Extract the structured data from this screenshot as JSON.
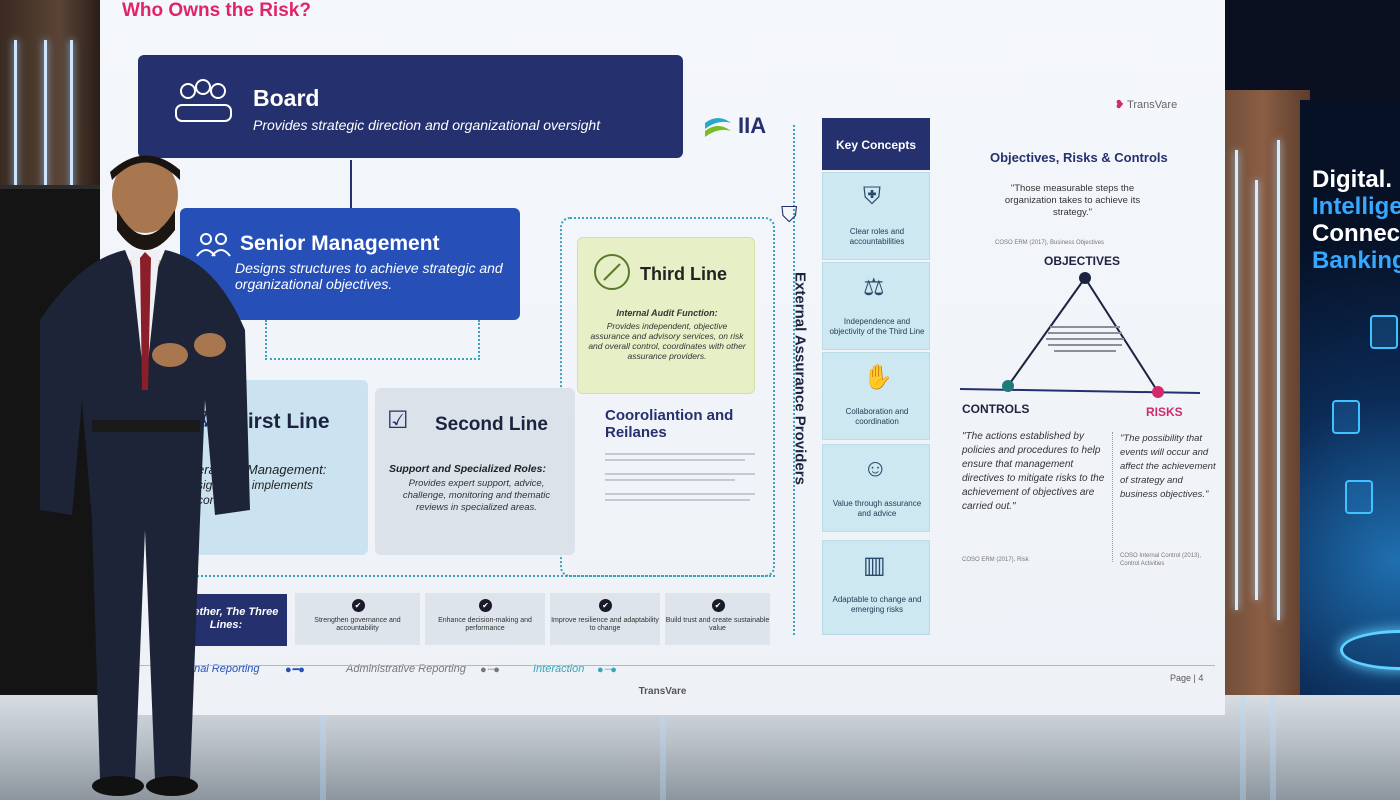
{
  "slide": {
    "title": "Who Owns the Risk?",
    "board": {
      "title": "Board",
      "desc": "Provides strategic direction and organizational oversight"
    },
    "senior_management": {
      "title": "Senior Management",
      "desc": "Designs structures to achieve strategic and organizational objectives."
    },
    "third_line": {
      "title": "Third Line",
      "heading": "Internal Audit Function:",
      "desc": "Provides independent, objective assurance and advisory services, on risk and overall control, coordinates with other assurance providers."
    },
    "first_line": {
      "title": "First Line",
      "heading": "erations Management:",
      "desc": "signs and implements controls."
    },
    "second_line": {
      "title": "Second Line",
      "heading": "Support and Specialized Roles:",
      "desc": "Provides expert support, advice, challenge, monitoring and thematic reviews in specialized areas."
    },
    "coordination": {
      "title": "Cooroliantion and Reilanes"
    },
    "iia_label": "IIA",
    "external_assurance": "External Assurance Providers",
    "together": "Together, The Three Lines:",
    "benefits": [
      "Strengthen governance and accountability",
      "Enhance decision-making and performance",
      "Improve resilience and adaptability to change",
      "Build trust and create sustainable value"
    ],
    "legend": {
      "functional": "Functional Reporting",
      "administrative": "Administrative Reporting",
      "interaction": "Interaction"
    },
    "footer": "TransVare",
    "page": "Page | 4",
    "brand": "TransVare",
    "key_concepts": {
      "heading": "Key Concepts",
      "items": [
        {
          "label": "Clear roles and accountabilities",
          "icon": "shield-check-icon"
        },
        {
          "label": "Independence and objectivity of the Third Line",
          "icon": "scales-icon"
        },
        {
          "label": "Collaboration and coordination",
          "icon": "handshake-icon"
        },
        {
          "label": "Value through assurance and advice",
          "icon": "people-icon"
        },
        {
          "label": "Adaptable to change and emerging risks",
          "icon": "chart-icon"
        }
      ]
    },
    "ork": {
      "title": "Objectives, Risks & Controls",
      "quote": "\"Those measurable steps the organization takes to achieve its strategy.\"",
      "source1": "COSO ERM (2017), Business Objectives",
      "objectives": "OBJECTIVES",
      "controls": "CONTROLS",
      "risks": "RISKS",
      "controls_quote": "\"The actions established by policies and procedures to help ensure that management directives to mitigate risks to the achievement of objectives are carried out.\"",
      "risks_quote": "\"The possibility that events will occur and affect the achievement of strategy and business objectives.\"",
      "source2": "COSO ERM (2017), Risk",
      "source3": "COSO Internal Control (2013), Control Activities"
    }
  },
  "side_screen": {
    "lines": [
      "Digital.",
      "Intellige",
      "Connect",
      "Banking"
    ]
  },
  "colors": {
    "navy": "#25306e",
    "blue": "#2650b8",
    "pink": "#e0246a",
    "teal": "#3aa5b8"
  }
}
